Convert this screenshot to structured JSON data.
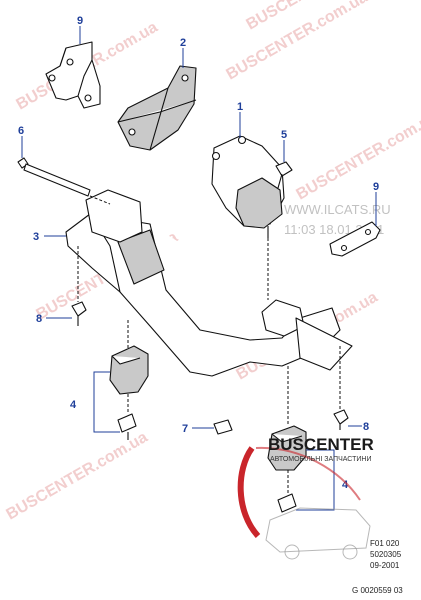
{
  "callouts": {
    "c9_top": "9",
    "c2": "2",
    "c1": "1",
    "c6": "6",
    "c5": "5",
    "c9_right": "9",
    "c3": "3",
    "c8_left": "8",
    "c4_left": "4",
    "c7": "7",
    "c8_right": "8",
    "c4_right": "4"
  },
  "watermarks": {
    "buscenter_text": "BUSCENTER.com.ua",
    "ilcats_text": "WWW.ILCATS.RU",
    "ilcats_time": "11:03 18.01.2021"
  },
  "logo": {
    "brand": "BUSCENTER",
    "tagline": "АВТОМОБІЛЬНІ ЗАПЧАСТИНИ"
  },
  "reference": {
    "line1": "F01 020",
    "line2": "5020305",
    "line3": "09-2001",
    "line4": "G 0020559 03"
  },
  "colors": {
    "callout": "#1f3f9a",
    "watermark": "#e9a7a7",
    "part_fill": "#c9c9c9"
  }
}
